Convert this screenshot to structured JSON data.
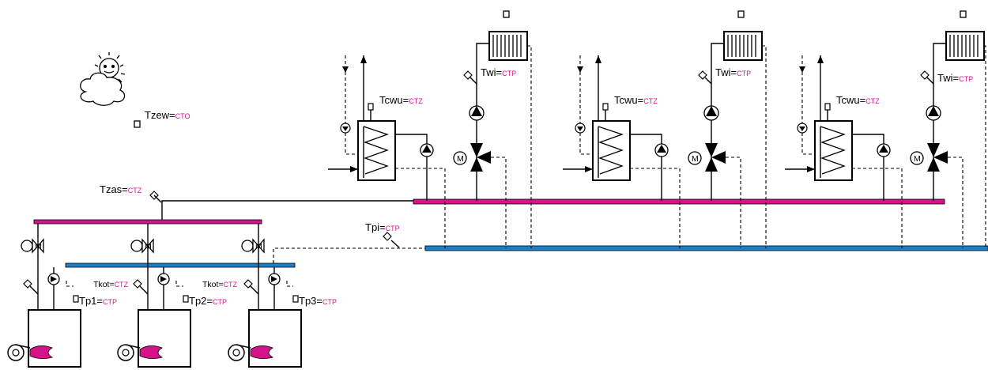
{
  "colors": {
    "supply_header": "#d6148a",
    "return_header": "#1e7ec8",
    "unit_text": "#d6148a",
    "burner_flame": "#d6148a",
    "line": "#000000"
  },
  "outdoor": {
    "icon": "sun-cloud-icon",
    "sensor_label": "Tzew=",
    "sensor_unit": "CTO"
  },
  "supply_sensor": {
    "label": "Tzas=",
    "unit": "CTZ"
  },
  "return_sensor": {
    "label": "Tpi=",
    "unit": "CTP"
  },
  "boilers": [
    {
      "sensor_label": "Tp1=",
      "sensor_unit": "CTP",
      "kot_label": "Tkot=",
      "kot_unit": "CTZ",
      "burner_icon": "gas-burner-icon"
    },
    {
      "sensor_label": "Tp2=",
      "sensor_unit": "CTP",
      "kot_label": "Tkot=",
      "kot_unit": "CTZ",
      "burner_icon": "gas-burner-icon"
    },
    {
      "sensor_label": "Tp3=",
      "sensor_unit": "CTP",
      "kot_label": "",
      "kot_unit": "",
      "burner_icon": "gas-burner-icon"
    }
  ],
  "circuits": [
    {
      "dhw_label": "Tcwu=",
      "dhw_unit": "CTZ",
      "heating_label": "Twi=",
      "heating_unit": "CTP"
    },
    {
      "dhw_label": "Tcwu=",
      "dhw_unit": "CTZ",
      "heating_label": "Twi=",
      "heating_unit": "CTP"
    },
    {
      "dhw_label": "Tcwu=",
      "dhw_unit": "CTZ",
      "heating_label": "Twi=",
      "heating_unit": "CTP"
    }
  ],
  "motor_symbol": "M"
}
